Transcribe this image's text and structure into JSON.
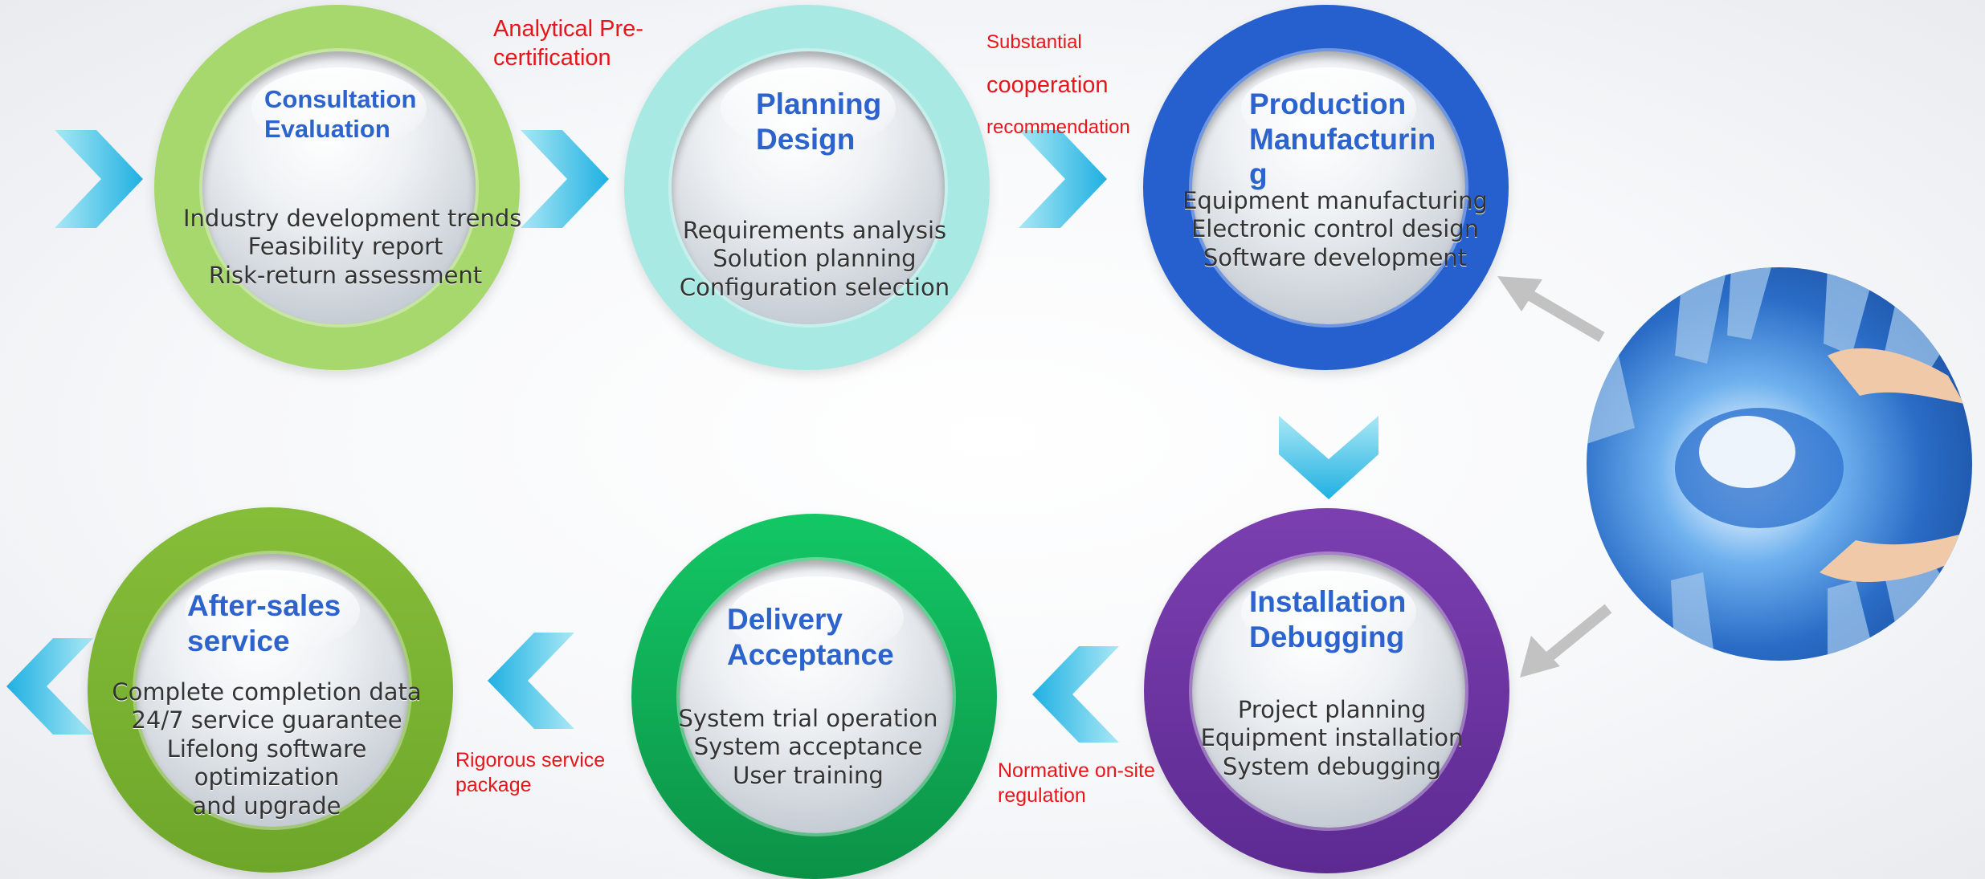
{
  "steps": {
    "consultation": {
      "title": "Consultation\nEvaluation",
      "items": [
        "Industry development trends",
        "Feasibility report",
        "Risk-return assessment"
      ]
    },
    "planning": {
      "title": "Planning\nDesign",
      "items": [
        "Requirements analysis",
        "Solution planning",
        "Configuration selection"
      ]
    },
    "production": {
      "title": "Production\nManufacturin\ng",
      "items": [
        "Equipment manufacturing",
        "Electronic control design",
        "Software development"
      ]
    },
    "installation": {
      "title": "Installation\nDebugging",
      "items": [
        "Project planning",
        "Equipment installation",
        "System debugging"
      ]
    },
    "delivery": {
      "title": "Delivery\nAcceptance",
      "items": [
        "System trial operation",
        "System acceptance",
        "User training"
      ]
    },
    "aftersales": {
      "title": "After-sales\nservice",
      "items": [
        "Complete completion data",
        "24/7 service guarantee",
        "Lifelong software",
        "optimization",
        "and upgrade"
      ]
    }
  },
  "labels": {
    "precert": "Analytical Pre-\ncertification",
    "coop_1": "Substantial",
    "coop_2": "cooperation",
    "coop_3": "recommendation",
    "onsite": "Normative on-site\nregulation",
    "rigorous": "Rigorous service\npackage"
  },
  "colors": {
    "title": "#2d63cc",
    "label": "#e8161b",
    "chevron": "#3fbfe6",
    "grey_arrow": "#c2c2c2"
  },
  "icons": {
    "chevron": "chevron-arrow-icon",
    "grey_arrow": "diagonal-arrow-icon",
    "photo": "globe-hands-photo"
  }
}
